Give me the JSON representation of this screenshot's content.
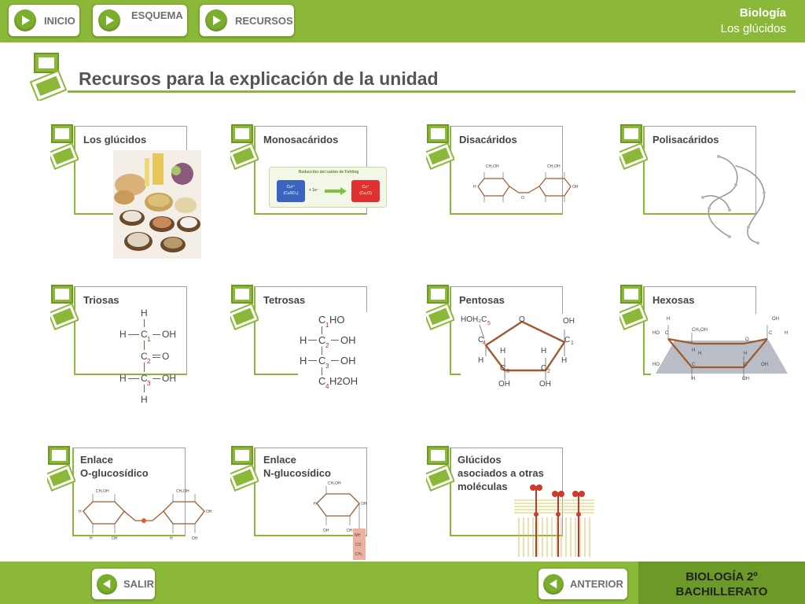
{
  "header": {
    "nav": [
      {
        "label": "INICIO"
      },
      {
        "label": "ESQUEMA"
      },
      {
        "label": "RECURSOS"
      }
    ],
    "subject": "Biología",
    "unit": "Los glúcidos"
  },
  "title": "Recursos para la explicación de la unidad",
  "cards": {
    "c1": {
      "label": "Los glúcidos"
    },
    "c2": {
      "label": "Monosacáridos"
    },
    "c3": {
      "label": "Disacáridos"
    },
    "c4": {
      "label": "Polisacáridos"
    },
    "c5": {
      "label": "Triosas"
    },
    "c6": {
      "label": "Tetrosas"
    },
    "c7": {
      "label": "Pentosas"
    },
    "c8": {
      "label": "Hexosas"
    },
    "c9": {
      "label1": "Enlace",
      "label2": "O-glucosídico"
    },
    "c10": {
      "label1": "Enlace",
      "label2": "N-glucosídico"
    },
    "c11": {
      "label1": "Glúcidos",
      "label2": "asociados a otras",
      "label3": "moléculas"
    }
  },
  "mono_diagram": {
    "title": "Reducción del catión de Fehling",
    "left_top": "Cu²⁺",
    "left_bottom": "(CuSO₄)",
    "arrow_label": "+ 1e⁻",
    "right_top": "Cu⁺",
    "right_bottom": "(Cu₂O)"
  },
  "triosa": {
    "h_top": "H",
    "h_left1": "H",
    "c1": "C",
    "n1": "1",
    "oh1": "OH",
    "c2": "C",
    "n2": "2",
    "o2": "O",
    "h_left3": "H",
    "c3": "C",
    "n3": "3",
    "oh3": "OH",
    "h_bottom": "H"
  },
  "tetrosa": {
    "c1": "C",
    "n1": "1",
    "cho": "HO",
    "h2": "H",
    "c2": "C",
    "n2": "2",
    "oh2": "OH",
    "h3": "H",
    "c3": "C",
    "n3": "3",
    "oh3": "OH",
    "c4": "C",
    "n4": "4",
    "h2oh": "H2OH"
  },
  "pentosa": {
    "hoh2c": "HOH₂C",
    "n5": "5",
    "o": "O",
    "oh1": "OH",
    "c1": "C",
    "n1": "1",
    "c4": "C",
    "n4": "4",
    "h4": "H",
    "h3": "H",
    "h2": "H",
    "h1": "H",
    "c3": "C",
    "n3": "3",
    "c2": "C",
    "n2": "2",
    "oh3": "OH",
    "oh2": "OH"
  },
  "hexosa": {
    "h_top": "H",
    "ho": "HO",
    "c5": "C",
    "ch2oh": "CH₂OH",
    "h5": "H",
    "o": "O",
    "oh1": "OH",
    "c1": "C",
    "h1": "H",
    "h4": "H",
    "ho4": "HO",
    "c4": "C",
    "oh4": "OH",
    "h3": "H",
    "c3": "C",
    "h_bot": "H",
    "oh_bot": "OH"
  },
  "footer": {
    "salir": "SALIR",
    "anterior": "ANTERIOR",
    "brand1": "BIOLOGÍA 2º",
    "brand2": "BACHILLERATO"
  }
}
